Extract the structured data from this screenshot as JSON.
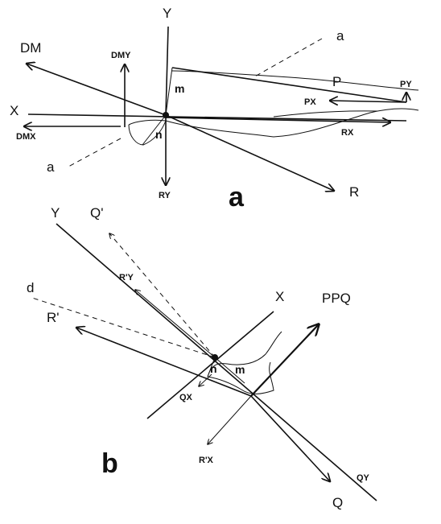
{
  "panel_a": {
    "panel_label": "a",
    "labels": {
      "y_axis": "Y",
      "x_axis": "X",
      "dm": "DM",
      "dmy": "DMY",
      "dmx": "DMX",
      "a_top": "a",
      "a_bottom": "a",
      "m": "m",
      "n": "n",
      "p": "P",
      "px": "PX",
      "py": "PY",
      "rx": "RX",
      "ry": "RY",
      "r": "R"
    }
  },
  "panel_b": {
    "panel_label": "b",
    "labels": {
      "y_axis": "Y",
      "x_axis": "X",
      "q_prime": "Q'",
      "r_prime_y": "R'Y",
      "d": "d",
      "r_prime": "R'",
      "ppq": "PPQ",
      "n": "n",
      "m": "m",
      "qx": "QX",
      "r_prime_x": "R'X",
      "qy": "QY",
      "q": "Q"
    }
  }
}
